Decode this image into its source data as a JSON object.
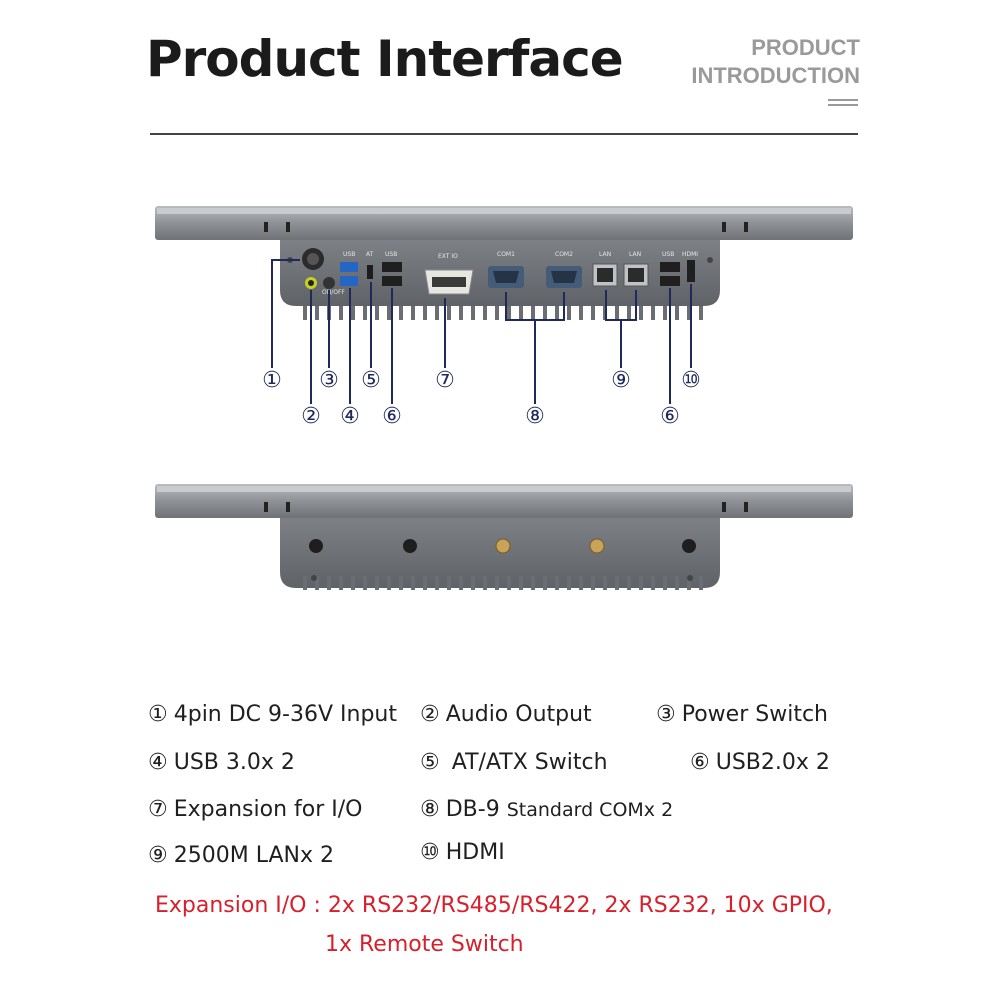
{
  "header": {
    "title": "Product Interface",
    "subtitle_line1": "PRODUCT",
    "subtitle_line2": "INTRODUCTION"
  },
  "callouts": {
    "c1": "①",
    "c2": "②",
    "c3": "③",
    "c4": "④",
    "c5": "⑤",
    "c6a": "⑥",
    "c7": "⑦",
    "c8": "⑧",
    "c9": "⑨",
    "c10": "⑩",
    "c6b": "⑥"
  },
  "port_labels": {
    "usb3": "USB",
    "at": "AT",
    "usb2": "USB",
    "ext": "EXT IO",
    "com1": "COM1",
    "com2": "COM2",
    "lan1": "LAN",
    "lan2": "LAN",
    "usb_r": "USB",
    "hdmi": "HDMI",
    "onoff": "ON/OFF"
  },
  "legend": {
    "i1": {
      "num": "①",
      "text": "4pin DC 9-36V Input"
    },
    "i2": {
      "num": "②",
      "text": "Audio Output"
    },
    "i3": {
      "num": "③",
      "text": "Power Switch"
    },
    "i4": {
      "num": "④",
      "text": "USB 3.0x 2"
    },
    "i5": {
      "num": "⑤",
      "text": "AT/ATX Switch"
    },
    "i6": {
      "num": "⑥",
      "text": "USB2.0x 2"
    },
    "i7": {
      "num": "⑦",
      "text": "Expansion for I/O"
    },
    "i8": {
      "num": "⑧",
      "text": "DB-9",
      "text_small": "Standard COMx 2"
    },
    "i9": {
      "num": "⑨",
      "text": "2500M LANx 2"
    },
    "i10": {
      "num": "⑩",
      "text": "HDMI"
    }
  },
  "expansion": {
    "line1": "Expansion I/O : 2x RS232/RS485/RS422, 2x RS232, 10x GPIO,",
    "line2": "1x Remote Switch"
  },
  "colors": {
    "accent_red": "#d8202c",
    "callout_navy": "#1f2a5a",
    "chassis_grey": "#8c8f94"
  }
}
